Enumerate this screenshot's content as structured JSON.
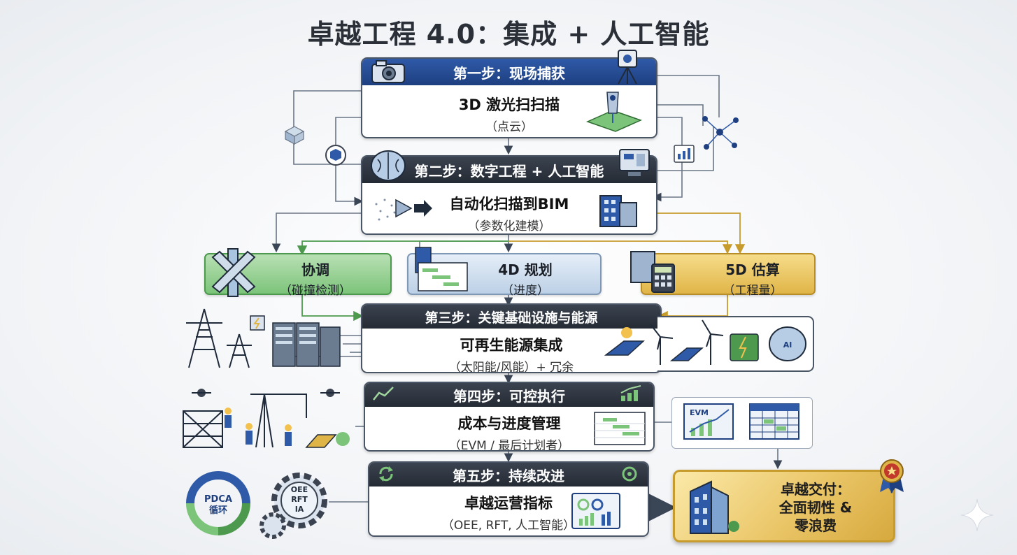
{
  "title": "卓越工程 4.0：集成 + 人工智能",
  "step1": {
    "header": "第一步：现场捕获",
    "main": "3D 激光扫扫描",
    "sub": "（点云）"
  },
  "step2": {
    "header": "第二步：数字工程 + 人工智能",
    "main": "自动化扫描到BIM",
    "sub": "（参数化建模）"
  },
  "branches": [
    {
      "main": "协调",
      "sub": "（碰撞检测）"
    },
    {
      "main": "4D 规划",
      "sub": "（进度）"
    },
    {
      "main": "5D 估算",
      "sub": "（工程量）"
    }
  ],
  "step3": {
    "header": "第三步：关键基础设施与能源",
    "main": "可再生能源集成",
    "sub": "（太阳能/风能）+ 冗余"
  },
  "step4": {
    "header": "第四步：可控执行",
    "main": "成本与进度管理",
    "sub": "（EVM / 最后计划者）"
  },
  "step5": {
    "header": "第五步：持续改进",
    "main": "卓越运营指标",
    "sub": "（OEE, RFT, 人工智能）"
  },
  "final": {
    "line1": "卓越交付：",
    "line2": "全面韧性 &",
    "line3": "零浪费"
  },
  "labels": {
    "pdca1": "PDCA",
    "pdca2": "循环",
    "oee": "OEE",
    "rft": "RFT",
    "ia": "IA",
    "ai": "AI",
    "evm": "EVM"
  },
  "colors": {
    "blue": "#1e3f80",
    "dark": "#252b34",
    "green": "#7cc47a",
    "gold": "#e0b548"
  }
}
